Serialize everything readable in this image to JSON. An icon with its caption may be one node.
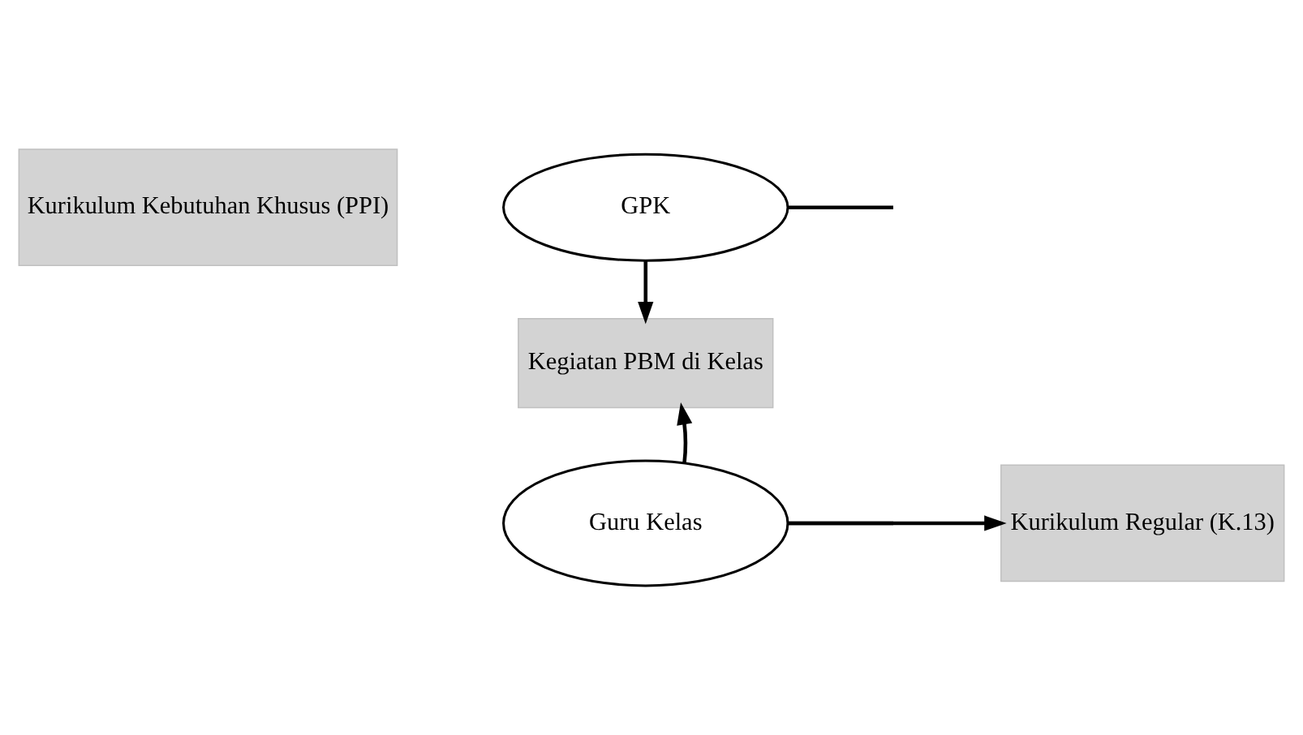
{
  "diagram": {
    "nodes": [
      {
        "text": [
          "Kurikulum Kebutuhan Khusus (PPI)"
        ]
      },
      {
        "text": [
          "GPK"
        ]
      },
      {
        "text": [
          "Kegiatan PBM di Kelas"
        ]
      },
      {
        "text": [
          "Kurikulum Regular (K.13)"
        ]
      },
      {
        "text": [
          "Guru Kelas"
        ]
      }
    ],
    "edges": [
      {
        "from": 1,
        "to": 2,
        "arrow": "to"
      },
      {
        "from": 4,
        "to": 2,
        "arrow": "to"
      },
      {
        "from": 4,
        "to": 3,
        "arrow": "to"
      },
      {
        "from": 1,
        "to": null,
        "arrow": "none"
      },
      {
        "from": 4,
        "to": null,
        "arrow": "none"
      }
    ]
  }
}
